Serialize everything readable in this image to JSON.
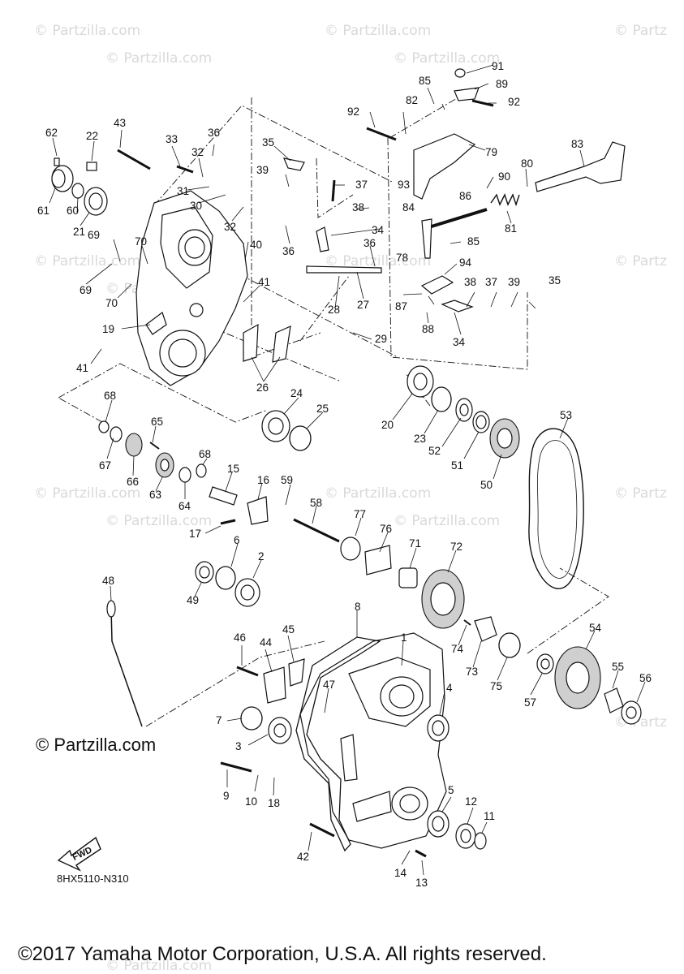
{
  "watermarks": {
    "text_full": "© Partzilla.com",
    "text_short": "© Partz"
  },
  "brand_text": "© Partzilla.com",
  "drawing_code": "8HX5110-N310",
  "fwd_label": "FWD",
  "copyright": "©2017 Yamaha Motor Corporation, U.S.A. All rights reserved.",
  "callouts": [
    "1",
    "2",
    "3",
    "4",
    "5",
    "6",
    "7",
    "8",
    "9",
    "10",
    "11",
    "12",
    "13",
    "14",
    "15",
    "16",
    "17",
    "18",
    "19",
    "20",
    "21",
    "22",
    "23",
    "24",
    "25",
    "26",
    "27",
    "28",
    "29",
    "30",
    "31",
    "32",
    "32",
    "33",
    "34",
    "34",
    "35",
    "35",
    "36",
    "36",
    "36",
    "37",
    "37",
    "38",
    "38",
    "39",
    "39",
    "40",
    "41",
    "41",
    "42",
    "43",
    "44",
    "45",
    "46",
    "47",
    "48",
    "49",
    "50",
    "51",
    "52",
    "53",
    "54",
    "55",
    "56",
    "57",
    "58",
    "59",
    "60",
    "61",
    "62",
    "63",
    "64",
    "65",
    "66",
    "67",
    "68",
    "68",
    "69",
    "69",
    "70",
    "70",
    "71",
    "72",
    "73",
    "74",
    "75",
    "76",
    "77",
    "78",
    "79",
    "81",
    "82",
    "83",
    "84",
    "85",
    "85",
    "86",
    "87",
    "88",
    "89",
    "80",
    "90",
    "91",
    "92",
    "92",
    "93",
    "94"
  ]
}
